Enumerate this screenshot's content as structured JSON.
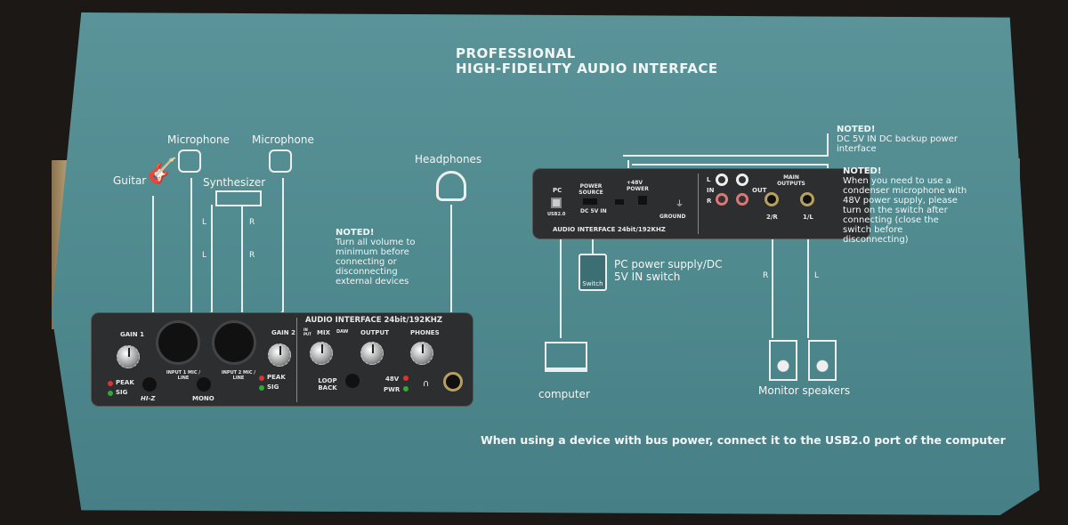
{
  "title": {
    "line1": "PROFESSIONAL",
    "line2": "HIGH-FIDELITY AUDIO INTERFACE"
  },
  "left_labels": {
    "microphone1": "Microphone",
    "microphone2": "Microphone",
    "guitar": "Guitar",
    "synthesizer": "Synthesizer",
    "headphones": "Headphones",
    "l1": "L",
    "l2": "L",
    "r1": "R",
    "r2": "R"
  },
  "note_left": {
    "heading": "NOTED!",
    "text": "Turn all volume to minimum before connecting or disconnecting external devices"
  },
  "front_panel": {
    "title": "AUDIO INTERFACE 24bit/192KHZ",
    "gain1": "GAIN 1",
    "gain2": "GAIN 2",
    "input1": "INPUT 1 MIC / LINE",
    "input2": "INPUT 2 MIC / LINE",
    "peak1": "PEAK",
    "sig1": "SIG",
    "peak2": "PEAK",
    "sig2": "SIG",
    "hiz": "HI-Z",
    "mono": "MONO",
    "input": "IN PUT",
    "mix": "MIX",
    "daw": "DAW",
    "output": "OUTPUT",
    "phones": "PHONES",
    "loopback": "LOOP BACK",
    "v48": "48V",
    "pwr": "PWR"
  },
  "back_panel": {
    "pc": "PC",
    "usb": "USB2.0",
    "power_source": "POWER SOURCE",
    "dc5v": "DC 5V IN",
    "p48": "+48V POWER",
    "ground": "GROUND",
    "in": "IN",
    "out": "OUT",
    "l": "L",
    "r": "R",
    "main_outputs": "MAIN OUTPUTS",
    "out2r": "2/R",
    "out1l": "1/L",
    "title": "AUDIO INTERFACE 24bit/192KHZ"
  },
  "note_dc": {
    "heading": "NOTED!",
    "text": "DC 5V IN DC backup power interface"
  },
  "note_48v": {
    "heading": "NOTED!",
    "text": "When you need to use a condenser microphone with 48V power supply, please turn on the switch after connecting (close the switch before disconnecting)"
  },
  "switch_label": "Switch",
  "pc_power": "PC power supply/DC 5V IN switch",
  "computer": "computer",
  "monitor_speakers": "Monitor speakers",
  "speaker_r": "R",
  "speaker_l": "L",
  "bottom_note": "When using a device with bus power, connect it to the USB2.0 port of the computer"
}
